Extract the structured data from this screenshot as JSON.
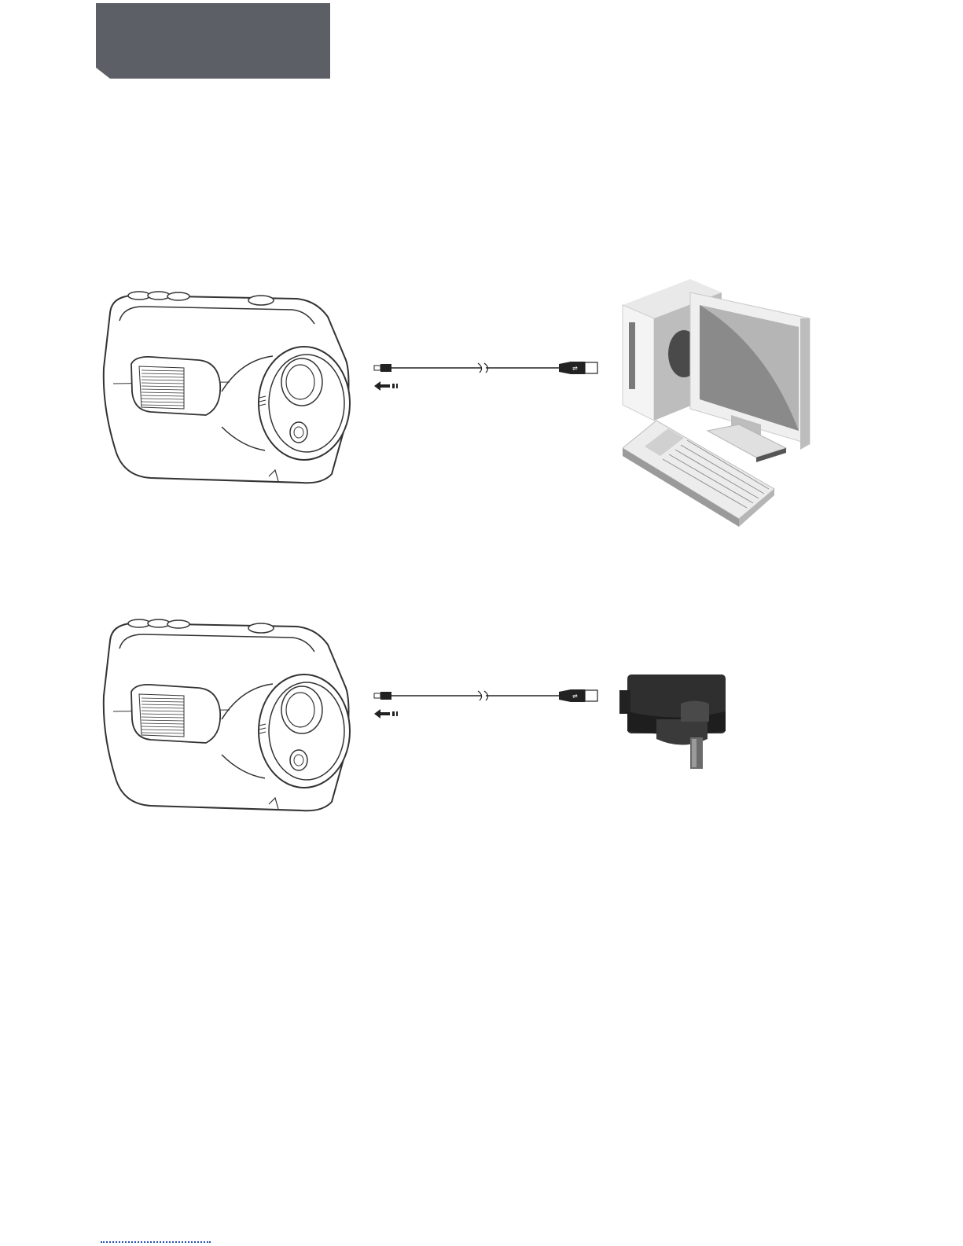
{
  "page": {
    "header_tab": {
      "color": "#5c5f66"
    }
  },
  "figures": [
    {
      "name": "camera-to-computer",
      "device": "camcorder-illustration",
      "cable": "usb-cable",
      "target": "desktop-computer-illustration"
    },
    {
      "name": "camera-to-charger",
      "device": "camcorder-illustration",
      "cable": "usb-cable",
      "target": "usb-wall-charger-illustration"
    }
  ],
  "colors": {
    "line": "#333333",
    "computer_light": "#e9e9e9",
    "computer_mid": "#bdbdbd",
    "computer_dark": "#8c8c8c",
    "charger": "#2f2f2f",
    "link": "#2b4fb7"
  }
}
